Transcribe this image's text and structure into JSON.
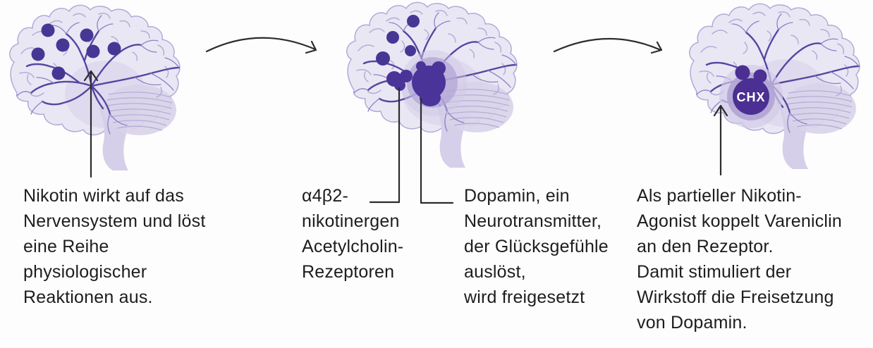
{
  "palette": {
    "background": "#fdfdfe",
    "brain_fill": "#eae7f5",
    "brain_stroke": "#b3a9d7",
    "inner_lobe": "#d9d3ea",
    "branch_dark": "#5646a0",
    "branch_light": "#8d81c6",
    "dot_purple": "#463795",
    "blob_purple": "#4a3499",
    "chx_purple": "#4b2f92",
    "halo_purple": "#b2a6d6",
    "arrow_black": "#2c2c2c",
    "text_color": "#1d1d1f",
    "chx_text": "#ffffff"
  },
  "icons": {
    "flow_arrow": "curved-arrow-right-icon",
    "pointer_arrow": "up-arrow-icon",
    "connector": "elbow-connector-line"
  },
  "steps": [
    {
      "name": "nicotine-effect",
      "caption": "Nikotin wirkt auf das\nNervensystem und löst\neine Reihe\nphysiologischer\nReaktionen aus."
    },
    {
      "name": "receptor-binding",
      "caption_left": "α4β2-\nnikotinergen\nAcetylcholin-\nRezeptoren",
      "caption_right": "Dopamin, ein\nNeurotransmitter,\nder Glücksgefühle\nauslöst,\nwird freigesetzt"
    },
    {
      "name": "vareniclin-action",
      "badge": "CHX",
      "caption": "Als partieller Nikotin-\nAgonist koppelt Vareniclin\nan den Rezeptor.\nDamit stimuliert der\nWirkstoff die Freisetzung\nvon Dopamin."
    }
  ]
}
